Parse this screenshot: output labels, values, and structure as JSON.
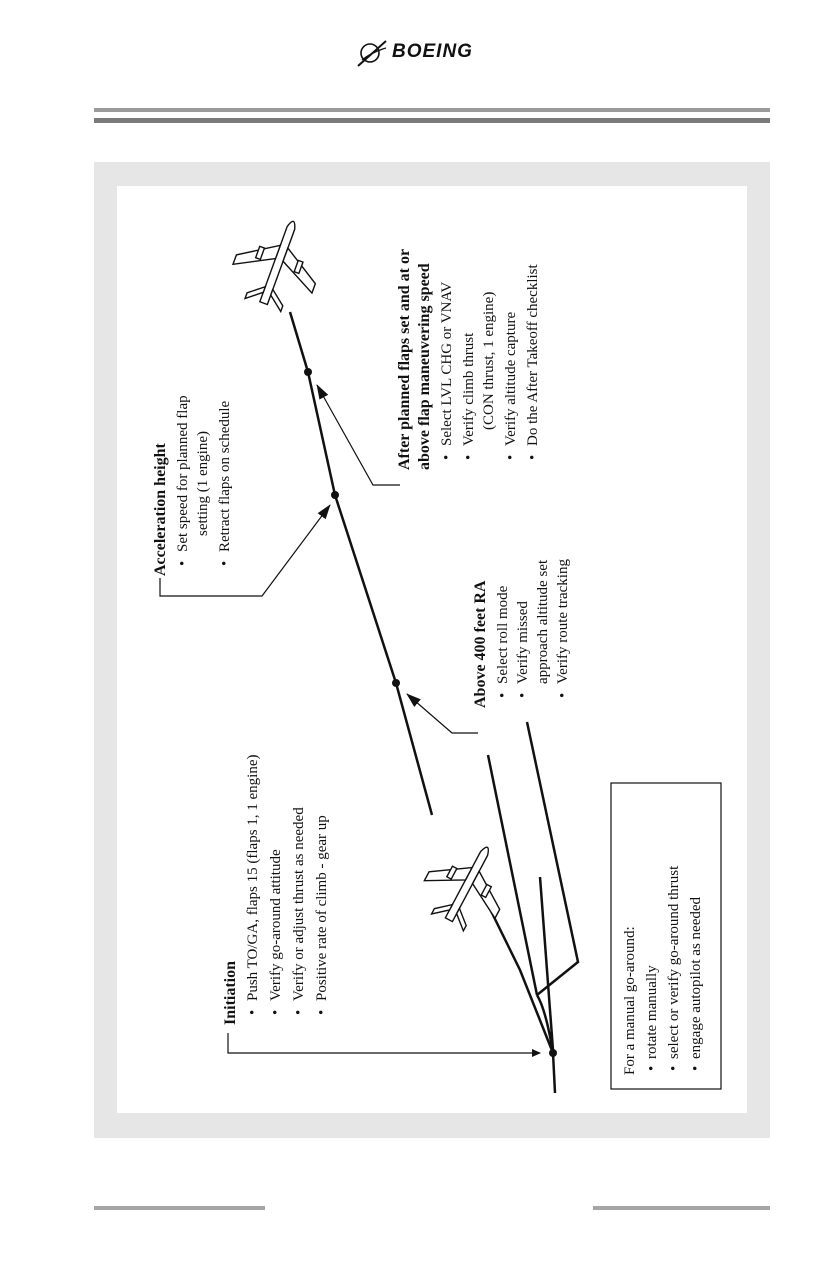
{
  "header": {
    "brand": "BOEING"
  },
  "diagram": {
    "initiation": {
      "title": "Initiation",
      "items": [
        "Push TO/GA, flaps 15 (flaps 1, 1 engine)",
        "Verify go-around attitude",
        "Verify or adjust thrust as needed",
        "Positive rate of climb - gear up"
      ]
    },
    "above400": {
      "title": "Above 400 feet RA",
      "items": [
        "Select roll mode",
        "Verify missed",
        "approach altitude set",
        "Verify route tracking"
      ]
    },
    "acceleration": {
      "title": "Acceleration height",
      "items": [
        "Set speed for planned flap",
        "setting (1 engine)",
        "Retract flaps on schedule"
      ]
    },
    "after_flaps": {
      "title_line1": "After planned flaps set and at or",
      "title_line2": "above flap maneuvering speed",
      "items": [
        "Select LVL CHG or VNAV",
        "Verify climb thrust",
        "(CON thrust, 1 engine)",
        "Verify altitude capture",
        "Do the After Takeoff checklist"
      ]
    },
    "manual_box": {
      "title": "For a manual go-around:",
      "items": [
        "rotate manually",
        "select or verify go-around thrust",
        "engage autopilot as needed"
      ]
    },
    "bullet": "•"
  }
}
